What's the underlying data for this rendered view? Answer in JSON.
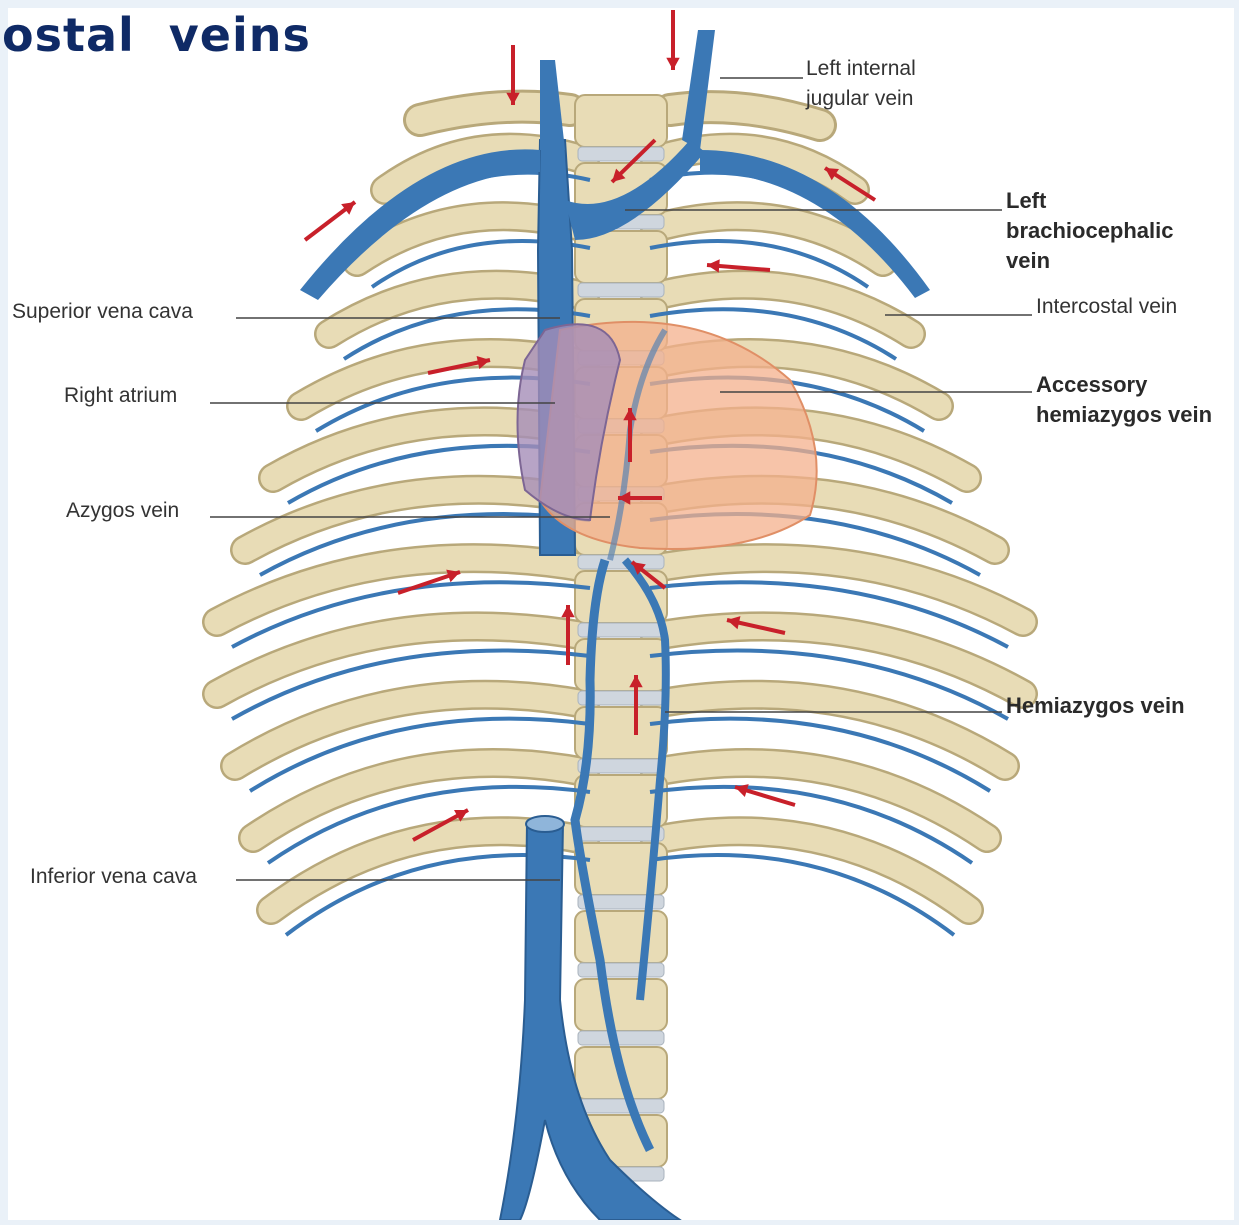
{
  "title": "ostal  veins",
  "labels": {
    "left_internal_jugular_vein": [
      "Left internal",
      "jugular vein"
    ],
    "left_brachiocephalic_vein": [
      "Left",
      "brachiocephalic",
      "vein"
    ],
    "intercostal_vein": "Intercostal vein",
    "accessory_hemiazygos_vein": [
      "Accessory",
      "hemiazygos vein"
    ],
    "hemiazygos_vein": "Hemiazygos vein",
    "superior_vena_cava": "Superior vena cava",
    "right_atrium": "Right atrium",
    "azygos_vein": "Azygos vein",
    "inferior_vena_cava": "Inferior vena cava"
  },
  "colors": {
    "background": "#eaf1f8",
    "panel": "#ffffff",
    "title": "#0f2a66",
    "vein": "#3b78b5",
    "vein_dark": "#2a5d92",
    "bone": "#e8dcb6",
    "bone_edge": "#b8a87a",
    "atrium": "#a58db8",
    "heart": "#f4b08c",
    "arrow": "#c8202a",
    "leader": "#444444"
  }
}
